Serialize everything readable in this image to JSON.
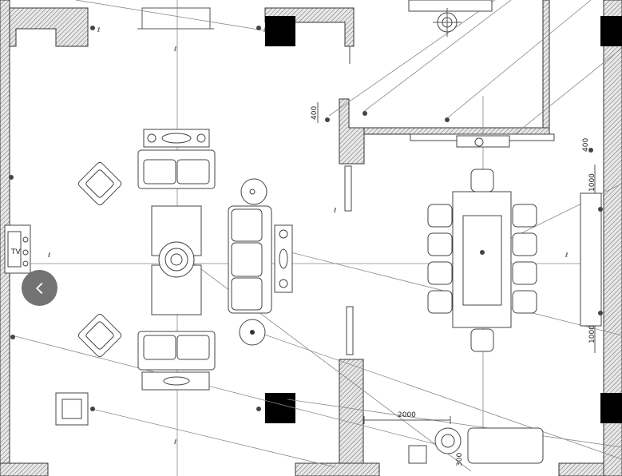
{
  "plan": {
    "dimensions": {
      "d2000": "2000",
      "d1000_right_top": "1000",
      "d1000_right_bottom": "1000",
      "d400_left": "400",
      "d400_right": "400",
      "d300_bottom": "300"
    },
    "tv_label": "TV",
    "tag_symbol": "ℓ"
  },
  "controls": {
    "back_icon": "chevron-left-icon"
  }
}
